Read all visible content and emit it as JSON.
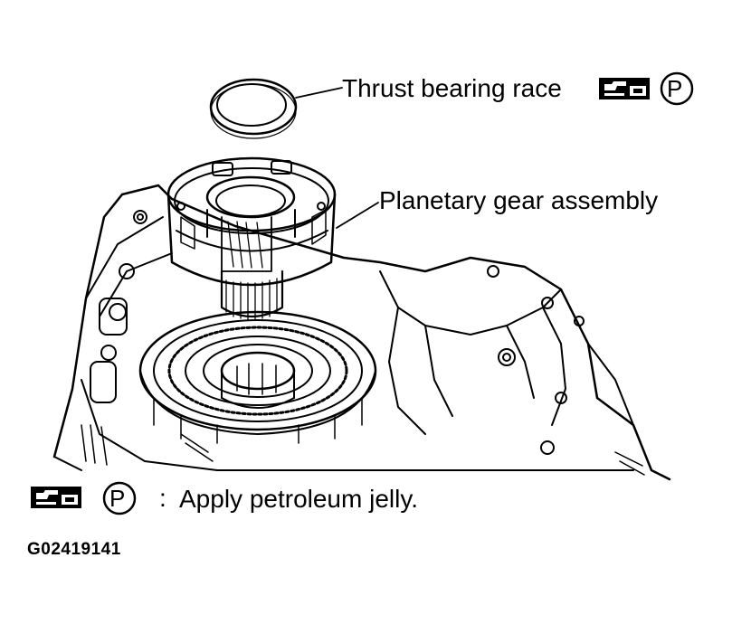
{
  "labels": {
    "thrust_bearing_race": "Thrust bearing race",
    "planetary_gear_assembly": "Planetary gear assembly"
  },
  "symbols": {
    "grease_gun_icon": "grease-gun-icon",
    "petroleum_symbol": "P"
  },
  "legend": {
    "separator": ":",
    "text": "Apply petroleum jelly."
  },
  "figure_code": "G02419141"
}
